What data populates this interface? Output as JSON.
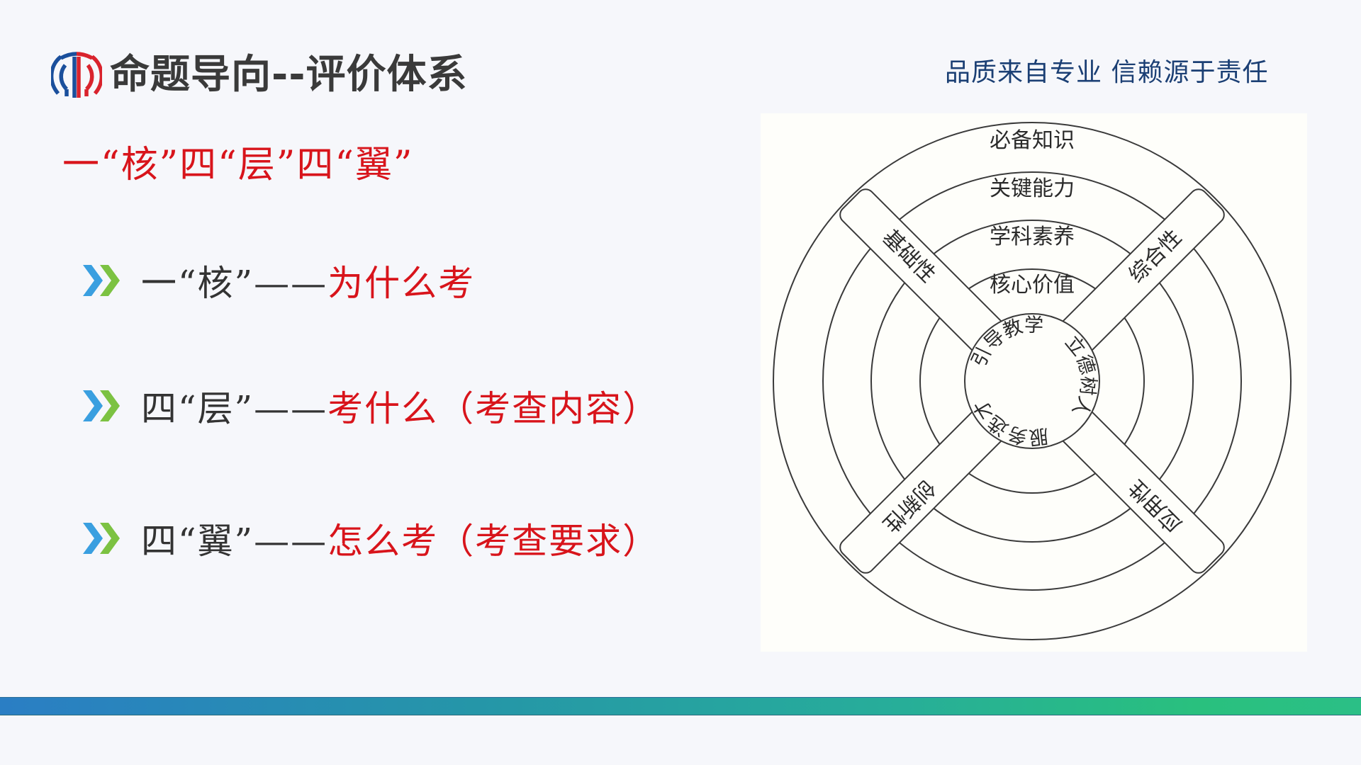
{
  "header": {
    "title": "命题导向--评价体系",
    "slogan": "品质来自专业 信赖源于责任",
    "logo_icon": "circular-stripes-logo",
    "logo_colors": {
      "left": "#1a4f9c",
      "right": "#d9232d"
    }
  },
  "main": {
    "subtitle": "一“核”四“层”四“翼”",
    "bullets": [
      {
        "icon": "double-chevron-right-icon",
        "lead": "一“核”——",
        "accent": "为什么考"
      },
      {
        "icon": "double-chevron-right-icon",
        "lead": "四“层”——",
        "accent": "考什么（考查内容）"
      },
      {
        "icon": "double-chevron-right-icon",
        "lead": "四“翼”——",
        "accent": "怎么考（考查要求）"
      }
    ],
    "chevron_colors": {
      "first": "#3a9fe0",
      "second": "#7cc242"
    },
    "accent_color": "#d8141b",
    "lead_color": "#333333"
  },
  "diagram": {
    "layers": [
      "必备知识",
      "关键能力",
      "学科素养",
      "核心价值"
    ],
    "wings": {
      "top_left": "基础性",
      "top_right": "综合性",
      "bottom_right": "应用性",
      "bottom_left": "创新性"
    },
    "core": [
      "立德树人",
      "服务选才",
      "引导教学"
    ]
  },
  "footer": {
    "bar_gradient": [
      "#2a7ec4",
      "#27ad9a",
      "#2bbf86"
    ]
  }
}
